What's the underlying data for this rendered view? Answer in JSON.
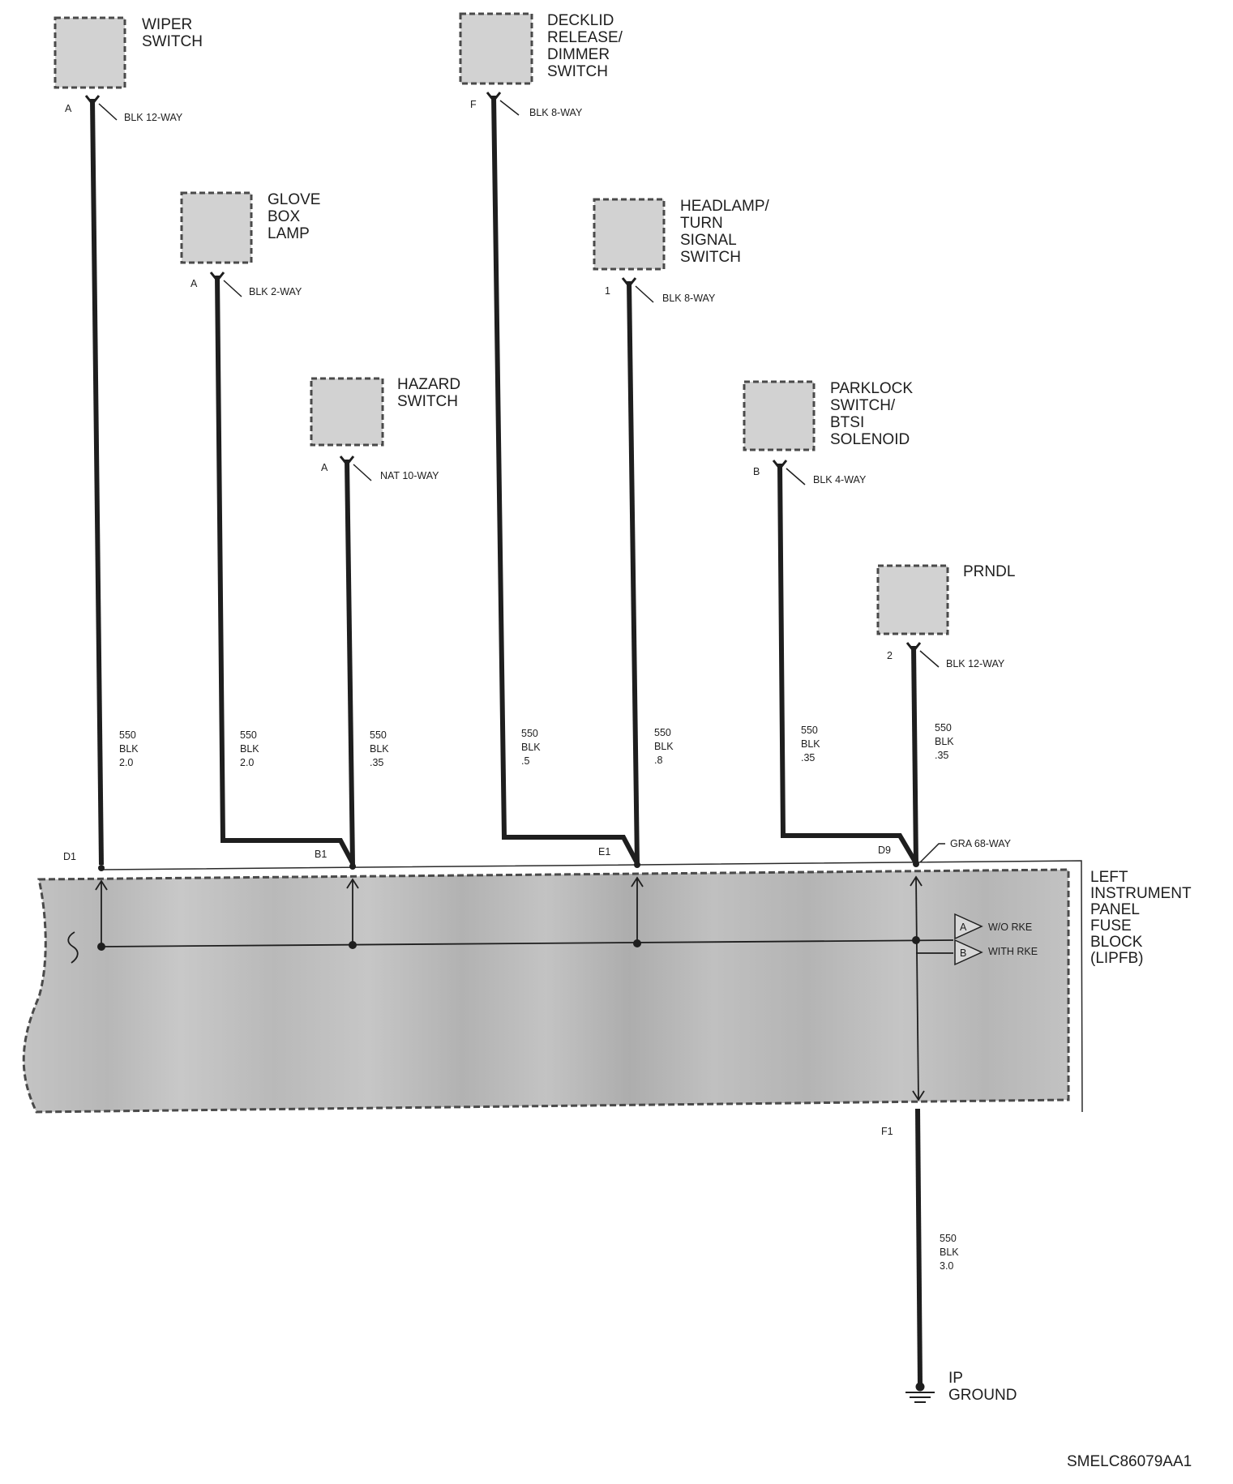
{
  "components": [
    {
      "id": "wiper",
      "lines": [
        "WIPER",
        "SWITCH"
      ]
    },
    {
      "id": "glove",
      "lines": [
        "GLOVE",
        "BOX",
        "LAMP"
      ]
    },
    {
      "id": "hazard",
      "lines": [
        "HAZARD",
        "SWITCH"
      ]
    },
    {
      "id": "decklid",
      "lines": [
        "DECKLID",
        "RELEASE/",
        "DIMMER",
        "SWITCH"
      ]
    },
    {
      "id": "headlamp",
      "lines": [
        "HEADLAMP/",
        "TURN",
        "SIGNAL",
        "SWITCH"
      ]
    },
    {
      "id": "parklock",
      "lines": [
        "PARKLOCK",
        "SWITCH/",
        "BTSI",
        "SOLENOID"
      ]
    },
    {
      "id": "prndl",
      "lines": [
        "PRNDL"
      ]
    }
  ],
  "connectors": [
    {
      "id": "wiper",
      "pin": "A",
      "label": "BLK 12-WAY"
    },
    {
      "id": "glove",
      "pin": "A",
      "label": "BLK 2-WAY"
    },
    {
      "id": "hazard",
      "pin": "A",
      "label": "NAT 10-WAY"
    },
    {
      "id": "decklid",
      "pin": "F",
      "label": "BLK 8-WAY"
    },
    {
      "id": "headlamp",
      "pin": "1",
      "label": "BLK 8-WAY"
    },
    {
      "id": "parklock",
      "pin": "B",
      "label": "BLK 4-WAY"
    },
    {
      "id": "prndl",
      "pin": "2",
      "label": "BLK 12-WAY"
    }
  ],
  "wires": [
    {
      "id": "wiper",
      "lines": [
        "550",
        "BLK",
        "2.0"
      ]
    },
    {
      "id": "glove",
      "lines": [
        "550",
        "BLK",
        "2.0"
      ]
    },
    {
      "id": "hazard",
      "lines": [
        "550",
        "BLK",
        ".35"
      ]
    },
    {
      "id": "decklid",
      "lines": [
        "550",
        "BLK",
        ".5"
      ]
    },
    {
      "id": "headlamp",
      "lines": [
        "550",
        "BLK",
        ".8"
      ]
    },
    {
      "id": "parklock",
      "lines": [
        "550",
        "BLK",
        ".35"
      ]
    },
    {
      "id": "prndl",
      "lines": [
        "550",
        "BLK",
        ".35"
      ]
    },
    {
      "id": "ground",
      "lines": [
        "550",
        "BLK",
        "3.0"
      ]
    }
  ],
  "fuse_block": {
    "name_lines": [
      "LEFT",
      "INSTRUMENT",
      "PANEL",
      "FUSE",
      "BLOCK",
      "(LIPFB)"
    ],
    "connector_label": "GRA 68-WAY",
    "pins": [
      "D1",
      "B1",
      "E1",
      "D9"
    ],
    "ground_pin": "F1",
    "options": [
      {
        "letter": "A",
        "text": "W/O RKE"
      },
      {
        "letter": "B",
        "text": "WITH RKE"
      }
    ]
  },
  "ground": {
    "lines": [
      "IP",
      "GROUND"
    ]
  },
  "figure_id": "SMELC86079AA1",
  "colors": {
    "wire": "#1e1e1e",
    "component_fill": "#d0d0d0",
    "block_fill": "#bdbdbd"
  }
}
